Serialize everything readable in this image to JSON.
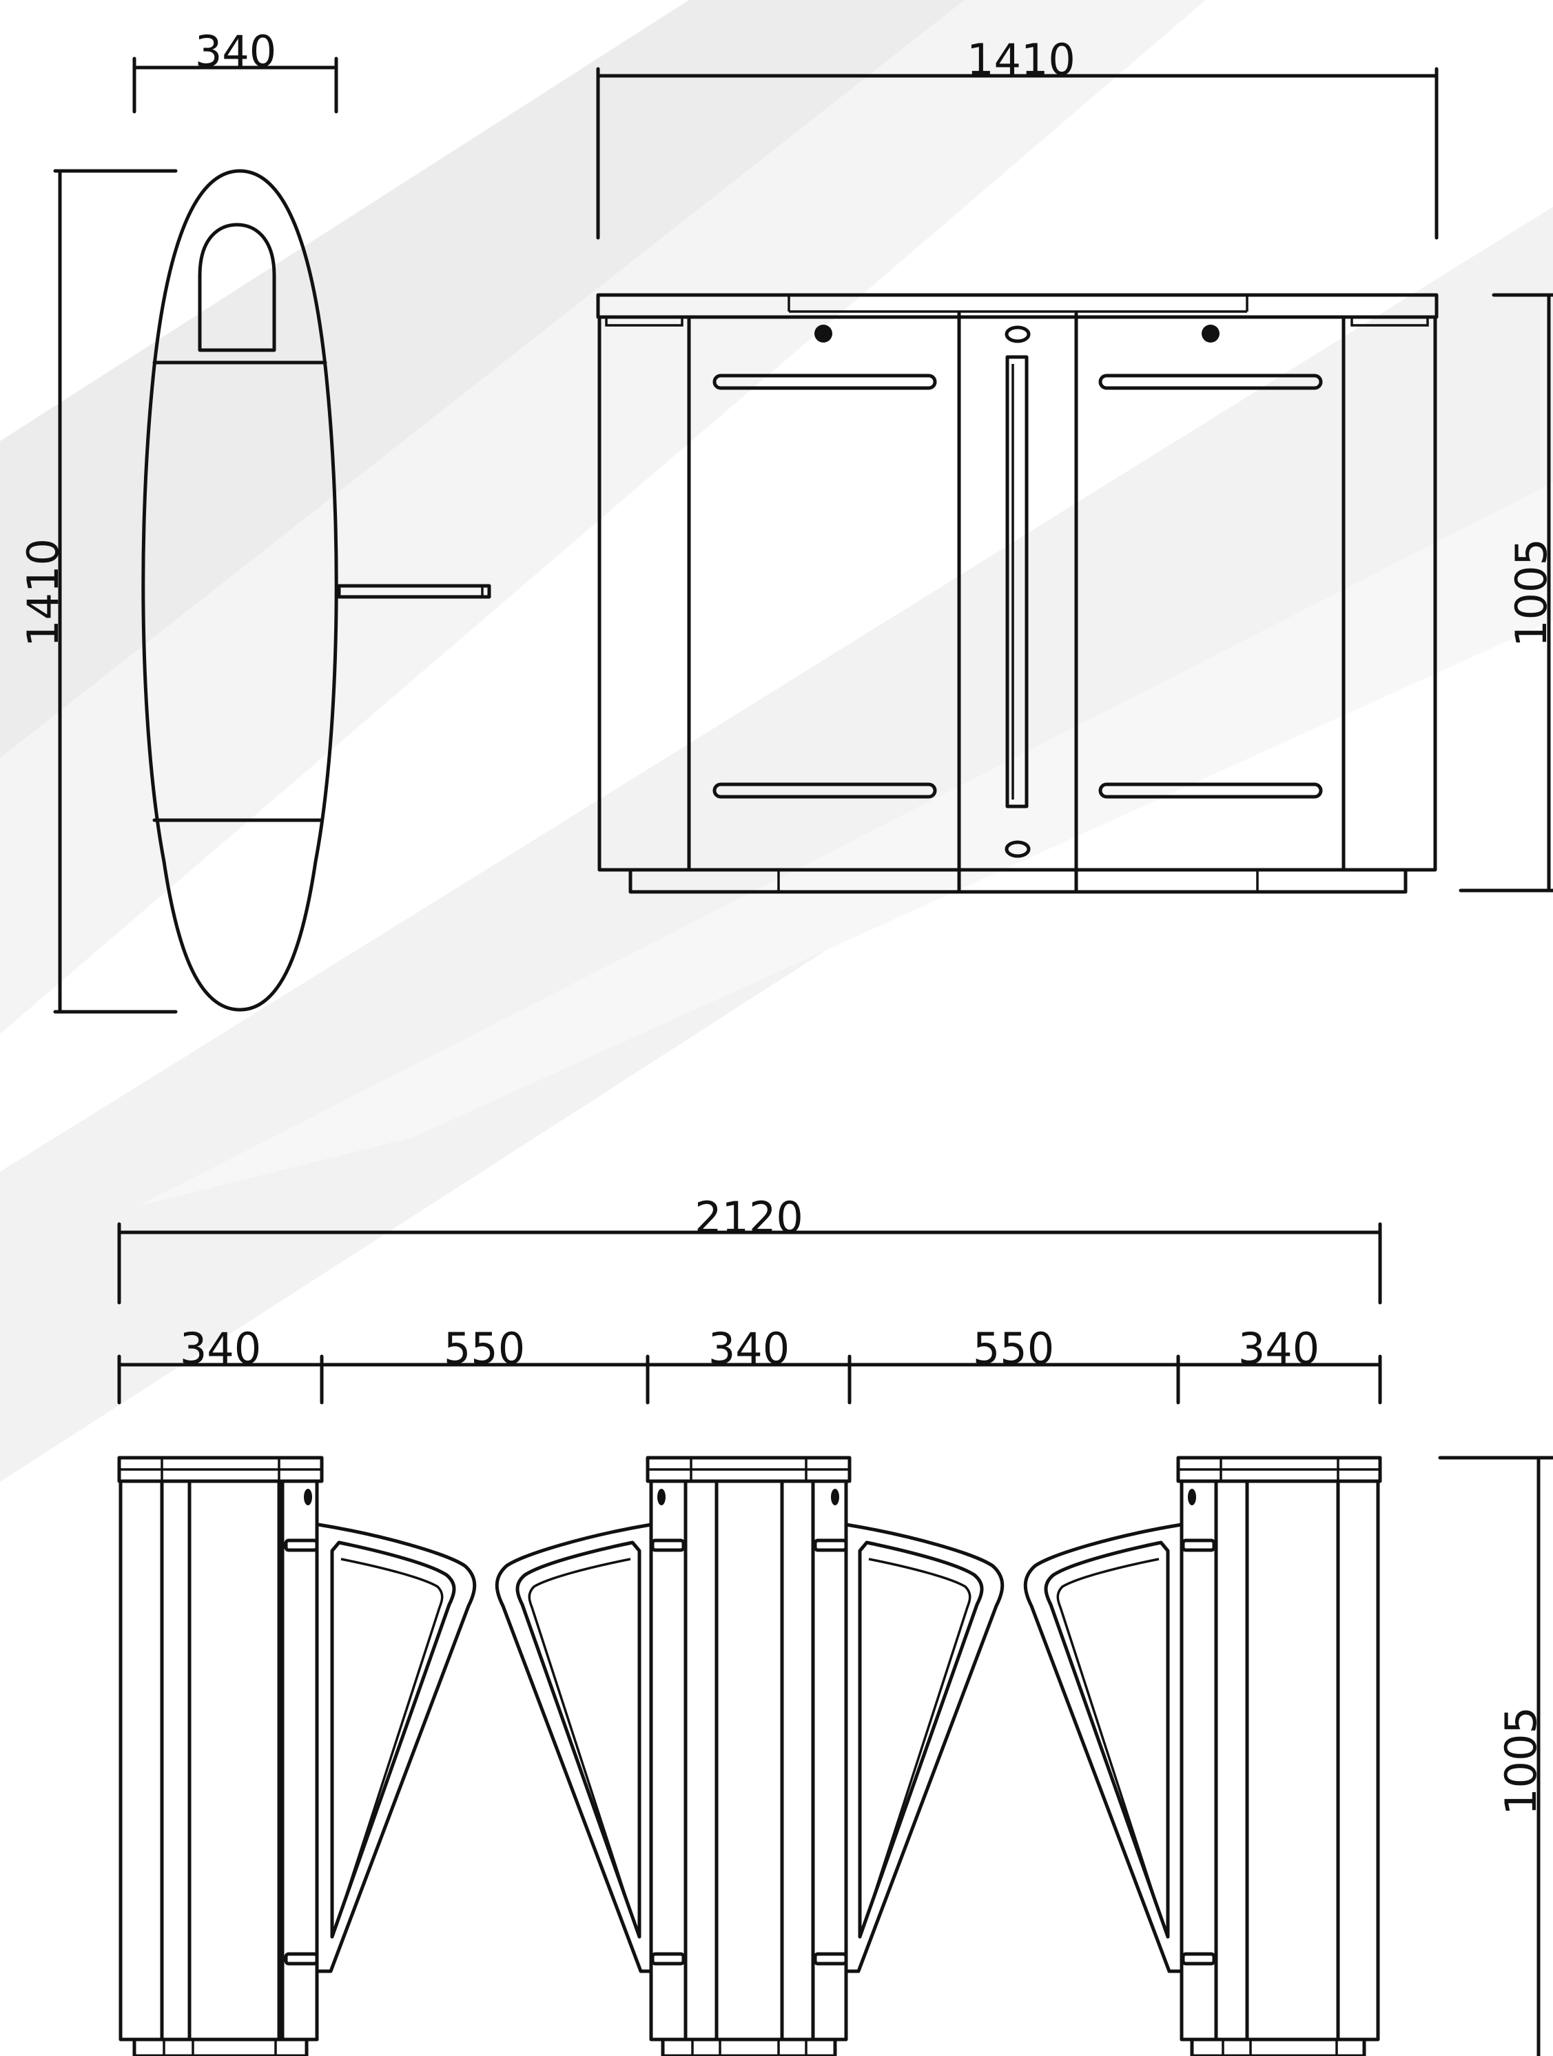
{
  "side_view": {
    "width_label": "340",
    "height_label": "1410"
  },
  "front_view": {
    "width_label": "1410",
    "height_label": "1005"
  },
  "lane_view": {
    "total_width_label": "2120",
    "segment_labels": [
      "340",
      "550",
      "340",
      "550",
      "340"
    ],
    "height_label": "1005"
  },
  "colors": {
    "line": "#111111",
    "background": "#ffffff",
    "shade": "#e6e6e6"
  }
}
